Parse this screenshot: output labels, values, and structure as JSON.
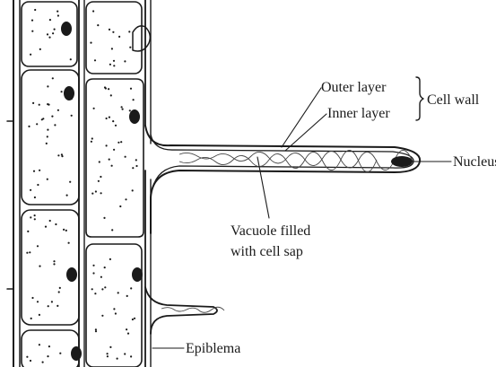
{
  "labels": {
    "outer_layer": "Outer layer",
    "inner_layer": "Inner layer",
    "cell_wall": "Cell wall",
    "nucleus": "Nucleus",
    "vacuole_line1": "Vacuole filled",
    "vacuole_line2": "with cell sap",
    "epiblema": "Epiblema"
  },
  "colors": {
    "ink": "#1a1a1a",
    "background": "#ffffff"
  }
}
